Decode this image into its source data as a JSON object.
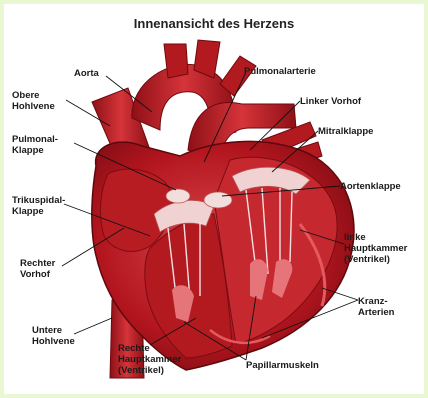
{
  "title": "Innenansicht des Herzens",
  "labels": {
    "aorta": "Aorta",
    "obere_hohlvene": "Obere\nHohlvene",
    "pulmonal_klappe": "Pulmonal-\nKlappe",
    "trikuspidal_klappe": "Trikuspidal-\nKlappe",
    "rechter_vorhof": "Rechter\nVorhof",
    "untere_hohlvene": "Untere\nHohlvene",
    "rechte_hauptkammer": "Rechte\nHauptkammer\n(Ventrikel)",
    "pulmonalarterie": "Pulmonalarterie",
    "linker_vorhof": "Linker Vorhof",
    "mitralklappe": "Mitralklappe",
    "aortenklappe": "Aortenklappe",
    "linke_hauptkammer": "linke\nHauptkammer\n(Ventrikel)",
    "kranz_arterien": "Kranz-\nArterien",
    "papillarmuskeln": "Papillarmuskeln"
  },
  "colors": {
    "page_background": "#eaf7d3",
    "heart_dark": "#7a0c12",
    "heart_mid": "#b3151e",
    "heart_light": "#d9474c",
    "valve": "#f0c8c8",
    "leader_line": "#111111"
  }
}
